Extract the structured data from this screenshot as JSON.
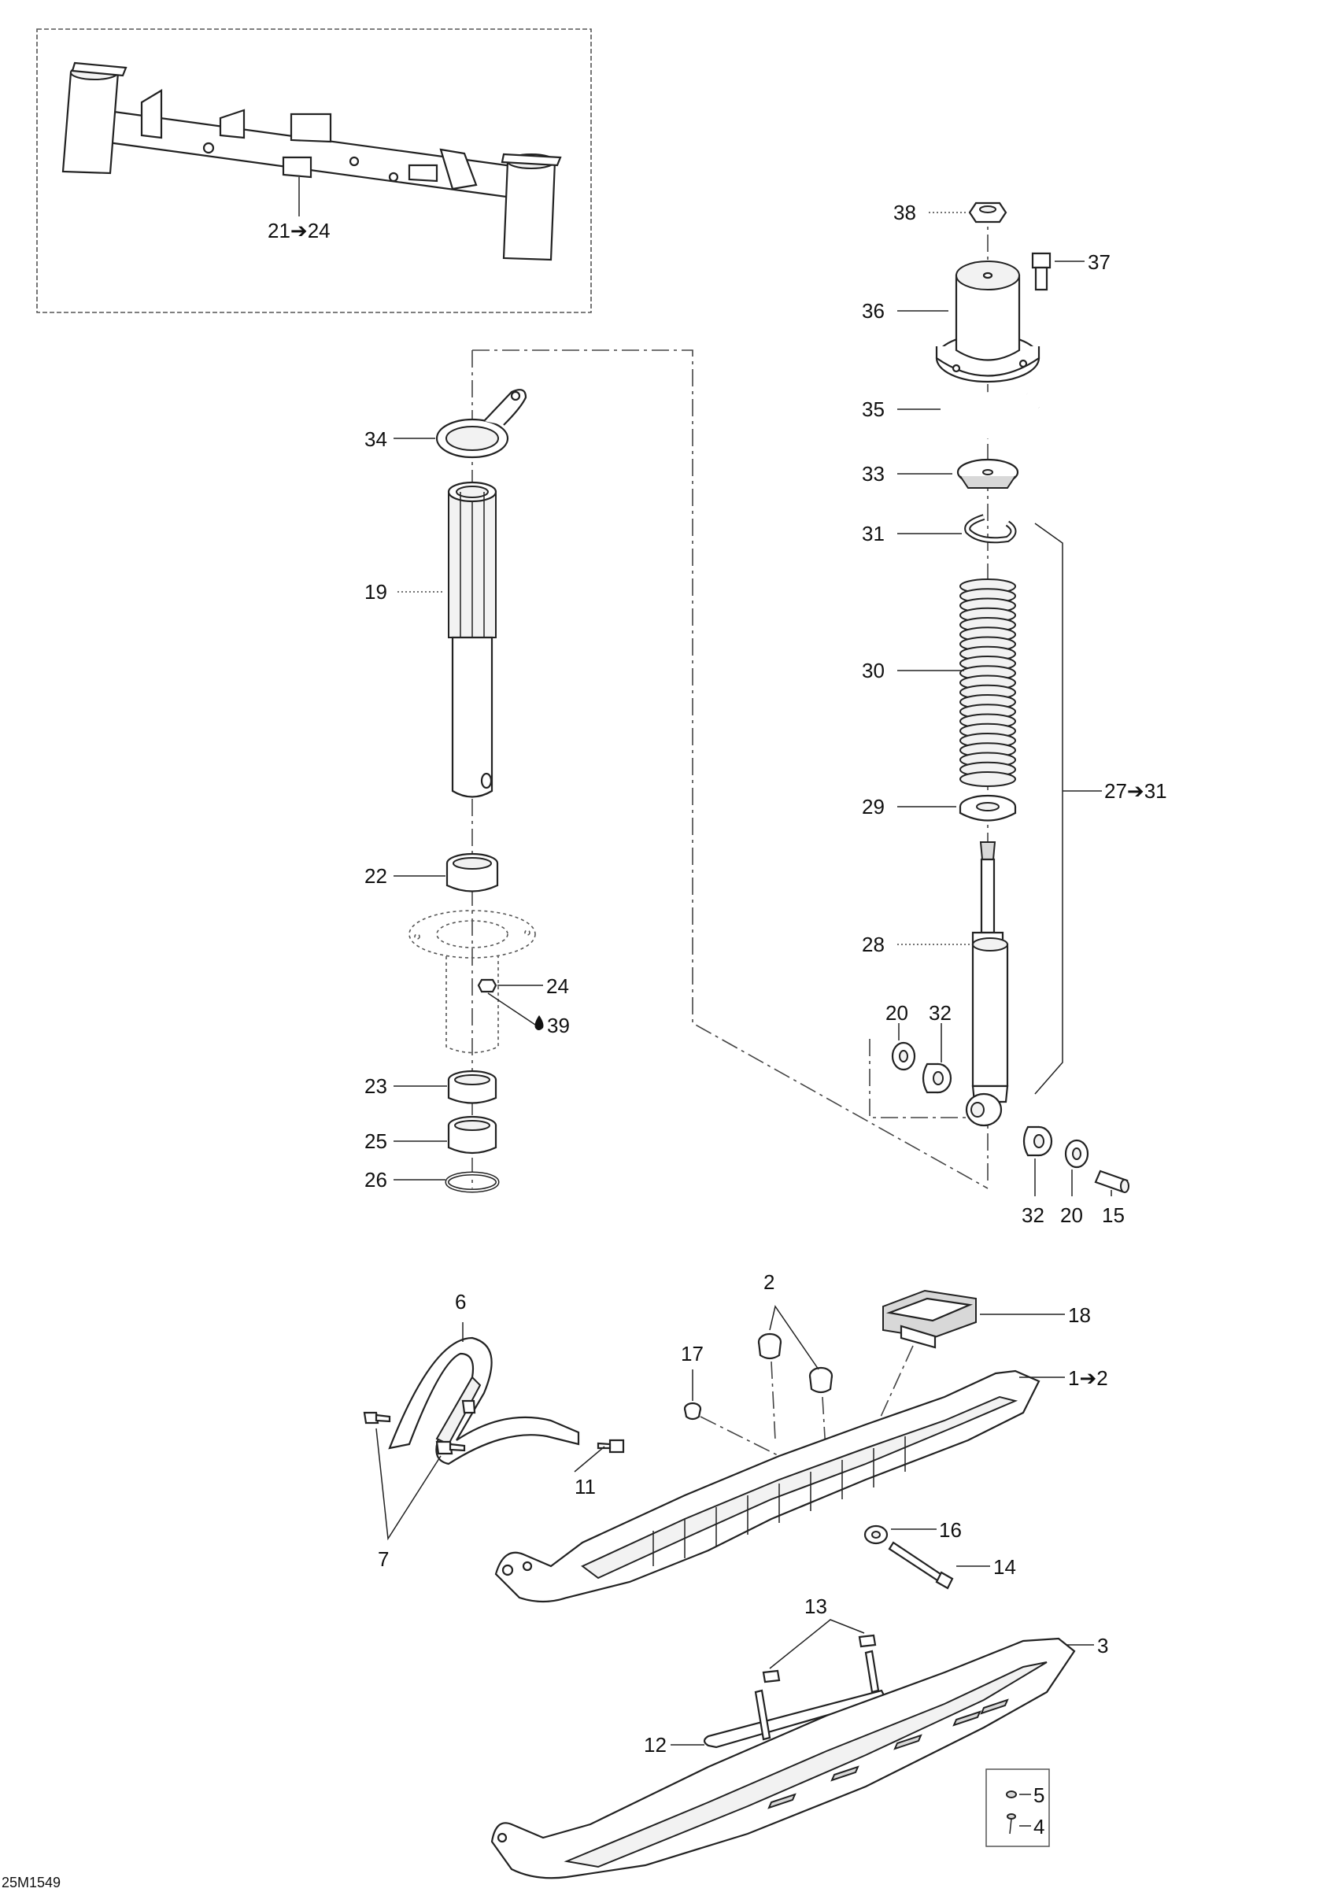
{
  "diagram_code": "25M1549",
  "callouts": {
    "c21_24": "21➔24",
    "c38": "38",
    "c37": "37",
    "c36": "36",
    "c35": "35",
    "c33": "33",
    "c31": "31",
    "c30": "30",
    "c29": "29",
    "c27_31": "27➔31",
    "c28": "28",
    "c34": "34",
    "c19": "19",
    "c22": "22",
    "c24": "24",
    "c39": "39",
    "c23": "23",
    "c25": "25",
    "c26": "26",
    "c20a": "20",
    "c32a": "32",
    "c32b": "32",
    "c20b": "20",
    "c15": "15",
    "c6": "6",
    "c2": "2",
    "c18": "18",
    "c17": "17",
    "c1_2": "1➔2",
    "c7": "7",
    "c11": "11",
    "c16": "16",
    "c14": "14",
    "c13": "13",
    "c3": "3",
    "c12": "12",
    "c5": "5",
    "c4": "4"
  },
  "icons": {
    "oil_drop": "oil-drop-icon",
    "legend_washer": "washer-icon",
    "legend_rivet": "rivet-icon"
  }
}
